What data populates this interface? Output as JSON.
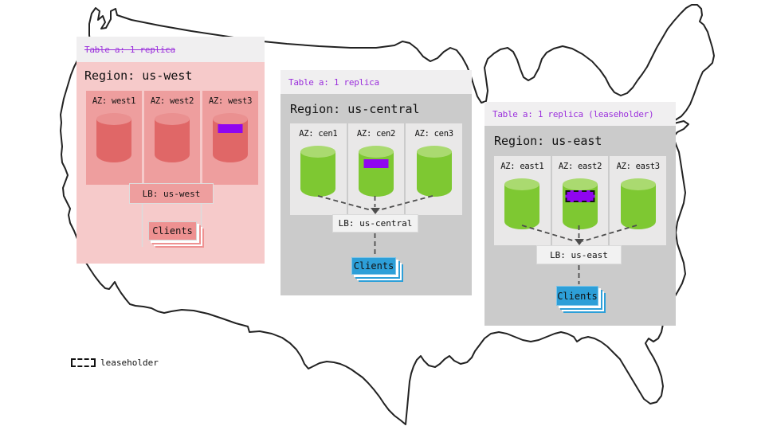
{
  "legend": {
    "label": "leaseholder"
  },
  "colors": {
    "purple_text": "#9b30dc",
    "purple_chip": "#8f05f0",
    "blue_clients": "#2d9fd8",
    "header_bg": "#f0eff0",
    "west_panel": "#f6caca",
    "west_az": "#ee9e9e",
    "west_cyl": "#e06767",
    "west_cyl_top": "#ea9090",
    "west_box": "#ee9191",
    "gray_panel": "#cbcbcb",
    "gray_az": "#e9e8e8",
    "gray_box": "#f2f2f2",
    "green_cyl": "#7ec832",
    "green_cyl_top": "#aada70",
    "map_stroke": "#222222",
    "line_light": "#dcdcdc",
    "line_dark": "#4d4d4d"
  },
  "regions": [
    {
      "name": "us-west",
      "table_label": "Table a: 1 replica",
      "table_label_strikethrough": true,
      "region_label": "Region: us-west",
      "azs": [
        {
          "label": "AZ: west1",
          "replica": false,
          "leaseholder": false
        },
        {
          "label": "AZ: west2",
          "replica": false,
          "leaseholder": false
        },
        {
          "label": "AZ: west3",
          "replica": true,
          "leaseholder": false
        }
      ],
      "lb_label": "LB: us-west",
      "clients_label": "Clients"
    },
    {
      "name": "us-central",
      "table_label": "Table a: 1 replica",
      "table_label_strikethrough": false,
      "region_label": "Region: us-central",
      "azs": [
        {
          "label": "AZ: cen1",
          "replica": false,
          "leaseholder": false
        },
        {
          "label": "AZ: cen2",
          "replica": true,
          "leaseholder": false
        },
        {
          "label": "AZ: cen3",
          "replica": false,
          "leaseholder": false
        }
      ],
      "lb_label": "LB: us-central",
      "clients_label": "Clients"
    },
    {
      "name": "us-east",
      "table_label": "Table a: 1 replica (leaseholder)",
      "table_label_strikethrough": false,
      "region_label": "Region: us-east",
      "azs": [
        {
          "label": "AZ: east1",
          "replica": false,
          "leaseholder": false
        },
        {
          "label": "AZ: east2",
          "replica": true,
          "leaseholder": true
        },
        {
          "label": "AZ: east3",
          "replica": false,
          "leaseholder": false
        }
      ],
      "lb_label": "LB: us-east",
      "clients_label": "Clients"
    }
  ]
}
